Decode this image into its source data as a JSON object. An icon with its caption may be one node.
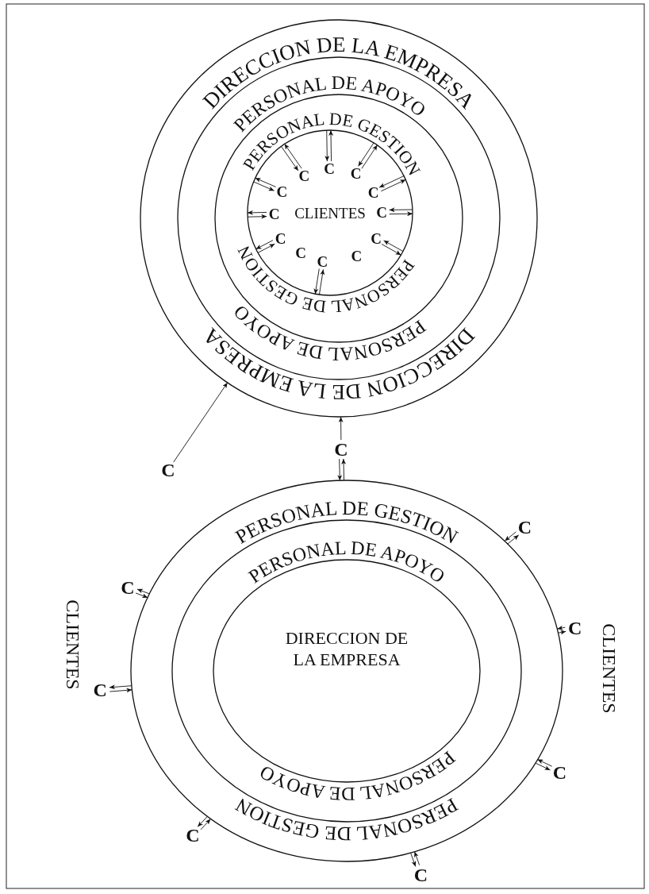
{
  "diagram": {
    "nodes": [
      {
        "text": [],
        "shape": "circle"
      },
      {
        "text": [],
        "shape": "circle",
        "in": 0
      },
      {
        "text": [],
        "shape": "circle",
        "in": 1
      },
      {
        "text": [
          "CLIENTES"
        ],
        "in": 2
      },
      {
        "text": [
          "C"
        ],
        "in": 3
      },
      {
        "text": [
          "C"
        ],
        "in": 3
      },
      {
        "text": [
          "C"
        ],
        "in": 3
      },
      {
        "text": [
          "C"
        ],
        "in": 3
      },
      {
        "text": [
          "C"
        ],
        "in": 3
      },
      {
        "text": [
          "C"
        ],
        "in": 3
      },
      {
        "text": [
          "C"
        ],
        "in": 3
      },
      {
        "text": [
          "C"
        ],
        "in": 3
      },
      {
        "text": [
          "C"
        ],
        "in": 3
      },
      {
        "text": [
          "C"
        ],
        "in": 3
      },
      {
        "text": [
          "C"
        ],
        "in": 3
      },
      {
        "text": [
          "C"
        ],
        "in": 3
      },
      {
        "text": [
          "C"
        ]
      },
      {
        "text": [
          "C"
        ]
      },
      {
        "text": [],
        "shape": "circle"
      },
      {
        "text": [],
        "shape": "circle",
        "in": 18
      },
      {
        "text": [
          "DIRECCION DE LA EMPRESA"
        ],
        "in": 19
      },
      {
        "text": [
          "C"
        ]
      },
      {
        "text": [
          "C"
        ]
      },
      {
        "text": [
          "C"
        ]
      },
      {
        "text": [
          "C"
        ]
      },
      {
        "text": [
          "C"
        ]
      },
      {
        "text": [
          "C"
        ]
      },
      {
        "text": [
          "C"
        ]
      }
    ],
    "edges": [
      {
        "from": 4,
        "to": 3,
        "arrow": "to"
      },
      {
        "from": 3,
        "to": 4,
        "arrow": "to"
      },
      {
        "from": 5,
        "to": 3,
        "arrow": "to"
      },
      {
        "from": 3,
        "to": 5,
        "arrow": "to"
      },
      {
        "from": 6,
        "to": 3,
        "arrow": "to"
      },
      {
        "from": 3,
        "to": 6,
        "arrow": "to"
      },
      {
        "from": 7,
        "to": 3,
        "arrow": "to"
      },
      {
        "from": 3,
        "to": 7,
        "arrow": "to"
      },
      {
        "from": 8,
        "to": 3,
        "arrow": "to"
      },
      {
        "from": 3,
        "to": 8,
        "arrow": "to"
      },
      {
        "from": 9,
        "to": 3,
        "arrow": "to"
      },
      {
        "from": 3,
        "to": 9,
        "arrow": "to"
      },
      {
        "from": 10,
        "to": 3,
        "arrow": "to"
      },
      {
        "from": 3,
        "to": 10,
        "arrow": "to"
      },
      {
        "from": 11,
        "to": 3,
        "arrow": "to"
      },
      {
        "from": 3,
        "to": 11,
        "arrow": "to"
      },
      {
        "from": 12,
        "to": 3,
        "arrow": "to"
      },
      {
        "from": 3,
        "to": 12,
        "arrow": "to"
      },
      {
        "from": 15,
        "to": 3,
        "arrow": "to"
      },
      {
        "from": 3,
        "to": 15,
        "arrow": "to"
      },
      {
        "from": 16,
        "to": 0,
        "arrow": "to"
      },
      {
        "from": 17,
        "to": 0,
        "arrow": "to"
      },
      {
        "from": 16,
        "to": 18,
        "arrow": "to"
      },
      {
        "from": 18,
        "to": 16,
        "arrow": "to"
      },
      {
        "from": 21,
        "to": 18,
        "arrow": "to"
      },
      {
        "from": 18,
        "to": 21,
        "arrow": "to"
      },
      {
        "from": 22,
        "to": 18,
        "arrow": "to"
      },
      {
        "from": 18,
        "to": 22,
        "arrow": "to"
      },
      {
        "from": 23,
        "to": 18,
        "arrow": "to"
      },
      {
        "from": 18,
        "to": 23,
        "arrow": "to"
      },
      {
        "from": 24,
        "to": 18,
        "arrow": "to"
      },
      {
        "from": 18,
        "to": 24,
        "arrow": "to"
      },
      {
        "from": 25,
        "to": 18,
        "arrow": "to"
      },
      {
        "from": 18,
        "to": 25,
        "arrow": "to"
      },
      {
        "from": 26,
        "to": 18,
        "arrow": "to"
      },
      {
        "from": 18,
        "to": 26,
        "arrow": "to"
      },
      {
        "from": 27,
        "to": 18,
        "arrow": "to"
      },
      {
        "from": 18,
        "to": 27,
        "arrow": "to"
      }
    ],
    "labels": [
      "DIRECCION DE LA EMPRESA",
      "PERSONAL DE APOYO",
      "PERSONAL DE GESTION",
      "PERSONAL DE GESTION",
      "PERSONAL DE APOYO",
      "DIRECCION DE LA EMPRESA",
      "PERSONAL DE GESTION",
      "PERSONAL DE APOYO",
      "CLIENTES",
      "CLIENTES",
      "PERSONAL DE APOYO",
      "PERSONAL DE GESTION"
    ]
  }
}
